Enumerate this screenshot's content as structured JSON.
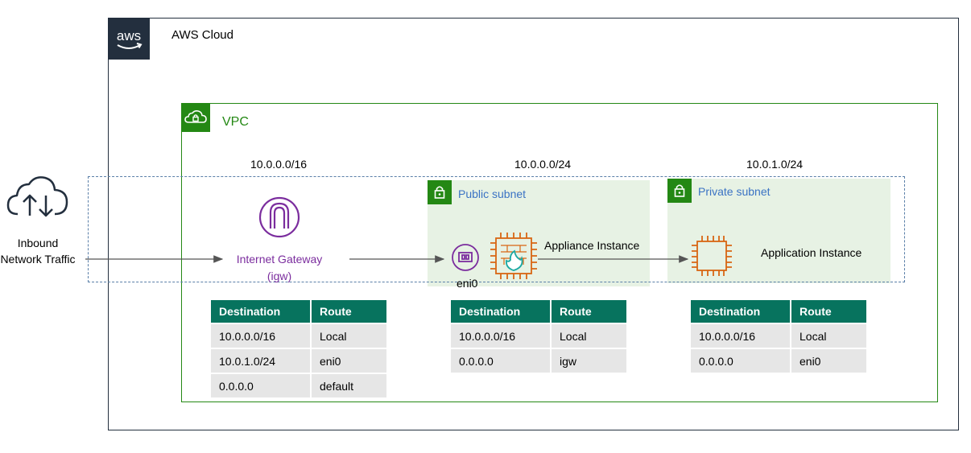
{
  "cloud": {
    "title": "AWS Cloud",
    "logo_text": "aws"
  },
  "vpc": {
    "title": "VPC",
    "cidr": "10.0.0.0/16"
  },
  "public_subnet": {
    "title": "Public subnet",
    "cidr": "10.0.0.0/24"
  },
  "private_subnet": {
    "title": "Private subnet",
    "cidr": "10.0.1.0/24"
  },
  "nodes": {
    "inbound": "Inbound Network Traffic",
    "igw_line1": "Internet Gateway",
    "igw_line2": "(igw)",
    "eni": "eni0",
    "appliance": "Appliance Instance",
    "application": "Application Instance"
  },
  "tables": {
    "headers": {
      "destination": "Destination",
      "route": "Route"
    },
    "vpc_routes": [
      {
        "destination": "10.0.0.0/16",
        "route": "Local"
      },
      {
        "destination": "10.0.1.0/24",
        "route": "eni0"
      },
      {
        "destination": "0.0.0.0",
        "route": "default"
      }
    ],
    "public_routes": [
      {
        "destination": "10.0.0.0/16",
        "route": "Local"
      },
      {
        "destination": "0.0.0.0",
        "route": "igw"
      }
    ],
    "private_routes": [
      {
        "destination": "10.0.0.0/16",
        "route": "Local"
      },
      {
        "destination": "0.0.0.0",
        "route": "eni0"
      }
    ]
  },
  "colors": {
    "aws_dark": "#232f3e",
    "vpc_green": "#248814",
    "subnet_fill": "#e7f2e4",
    "subnet_title": "#3b73c4",
    "igw_purple": "#7b2d9e",
    "ec2_orange": "#d86613",
    "table_header": "#07735e",
    "table_cell": "#e6e6e6"
  },
  "icons": {
    "cloud": "cloud-upload-download-icon",
    "igw": "internet-gateway-icon",
    "eni": "network-interface-icon",
    "firewall": "firewall-instance-icon",
    "ec2": "ec2-instance-icon",
    "lock": "lock-icon"
  }
}
